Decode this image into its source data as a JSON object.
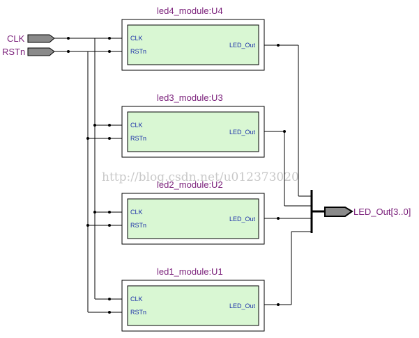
{
  "inputs": [
    {
      "label": "CLK"
    },
    {
      "label": "RSTn"
    }
  ],
  "output": {
    "label": "LED_Out[3..0]"
  },
  "modules": [
    {
      "title": "led4_module:U4",
      "port_in_1": "CLK",
      "port_in_2": "RSTn",
      "port_out": "LED_Out"
    },
    {
      "title": "led3_module:U3",
      "port_in_1": "CLK",
      "port_in_2": "RSTn",
      "port_out": "LED_Out"
    },
    {
      "title": "led2_module:U2",
      "port_in_1": "CLK",
      "port_in_2": "RSTn",
      "port_out": "LED_Out"
    },
    {
      "title": "led1_module:U1",
      "port_in_1": "CLK",
      "port_in_2": "RSTn",
      "port_out": "LED_Out"
    }
  ],
  "watermark": "http://blog.csdn.net/u012373020",
  "colors": {
    "module_fill": "#d9f7d3",
    "module_border": "#000000",
    "label_purple": "#7a1f7a",
    "port_blue": "#1a2fa8",
    "pin_gray": "#8a8a8a"
  }
}
